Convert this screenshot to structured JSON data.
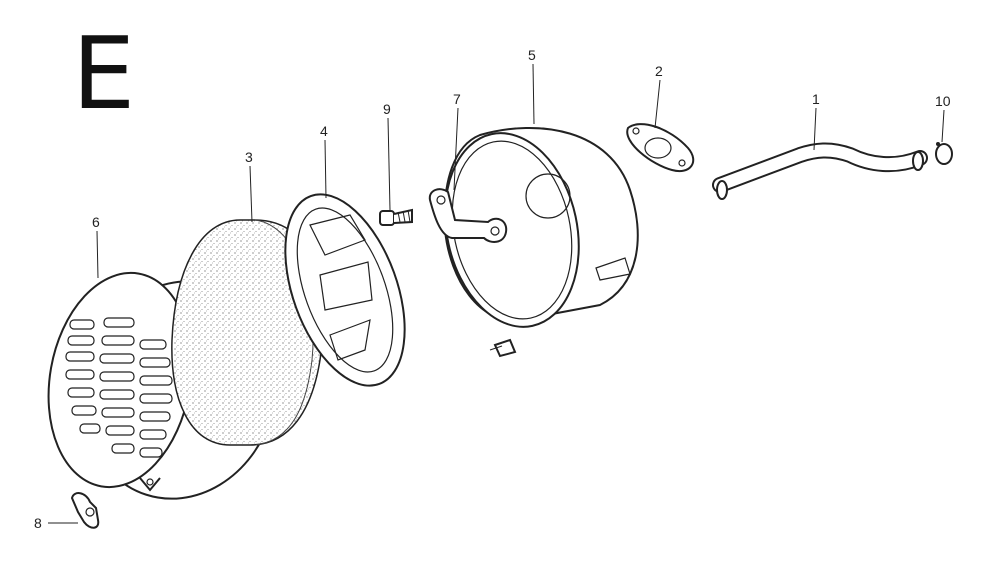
{
  "section_letter": "E",
  "parts": [
    {
      "number": "1",
      "item": "tube"
    },
    {
      "number": "2",
      "item": "gasket"
    },
    {
      "number": "3",
      "item": "filter-element"
    },
    {
      "number": "4",
      "item": "element-support-plate"
    },
    {
      "number": "5",
      "item": "case"
    },
    {
      "number": "6",
      "item": "cover"
    },
    {
      "number": "7",
      "item": "bracket"
    },
    {
      "number": "8",
      "item": "wing-nut"
    },
    {
      "number": "9",
      "item": "bolt"
    },
    {
      "number": "10",
      "item": "clip"
    }
  ]
}
